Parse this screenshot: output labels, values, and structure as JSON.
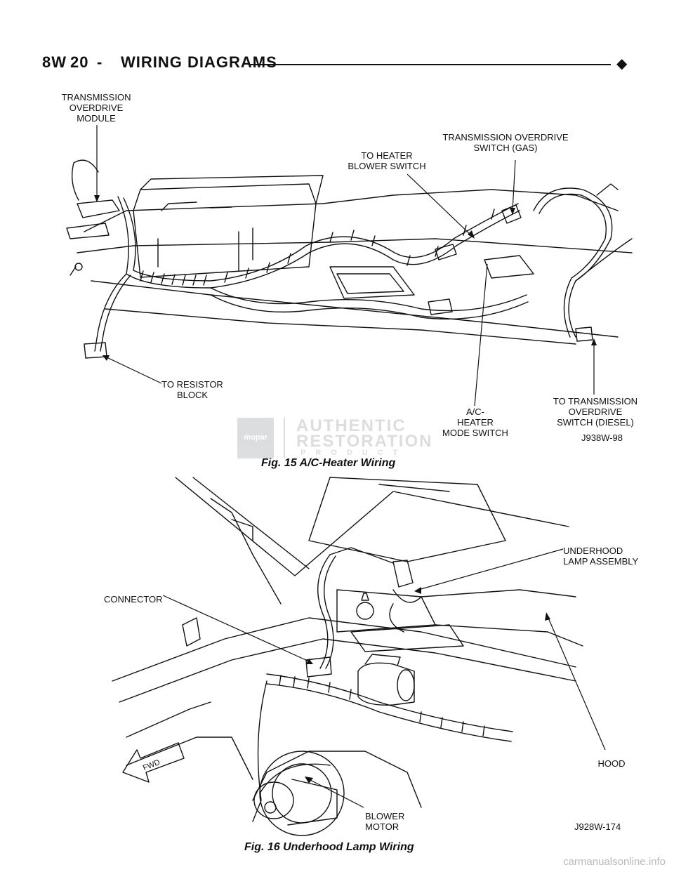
{
  "header": {
    "section_code": "8W",
    "separator": "-",
    "page_number": "20",
    "title": "WIRING DIAGRAMS",
    "marker": "◆"
  },
  "figure15": {
    "labels": {
      "trans_od_module": "TRANSMISSION\nOVERDRIVE\nMODULE",
      "trans_od_switch_gas": "TRANSMISSION OVERDRIVE\nSWITCH (GAS)",
      "to_heater_blower_switch": "TO HEATER\nBLOWER SWITCH",
      "to_resistor_block": "TO RESISTOR\nBLOCK",
      "ac_heater_mode_switch": "A/C-\nHEATER\nMODE SWITCH",
      "to_trans_od_switch_diesel": "TO TRANSMISSION\nOVERDRIVE\nSWITCH (DIESEL)"
    },
    "code": "J938W-98",
    "caption": "Fig. 15 A/C-Heater Wiring"
  },
  "watermark": {
    "badge": "mopar",
    "line1": "AUTHENTIC",
    "line2": "RESTORATION",
    "line3": "PRODUCT"
  },
  "figure16": {
    "labels": {
      "underhood_lamp_assembly": "UNDERHOOD\nLAMP ASSEMBLY",
      "connector": "CONNECTOR",
      "hood": "HOOD",
      "blower_motor": "BLOWER\nMOTOR",
      "fwd": "FWD"
    },
    "code": "J928W-174",
    "caption": "Fig. 16 Underhood Lamp Wiring"
  },
  "footer": {
    "url": "carmanualsonline.info"
  }
}
